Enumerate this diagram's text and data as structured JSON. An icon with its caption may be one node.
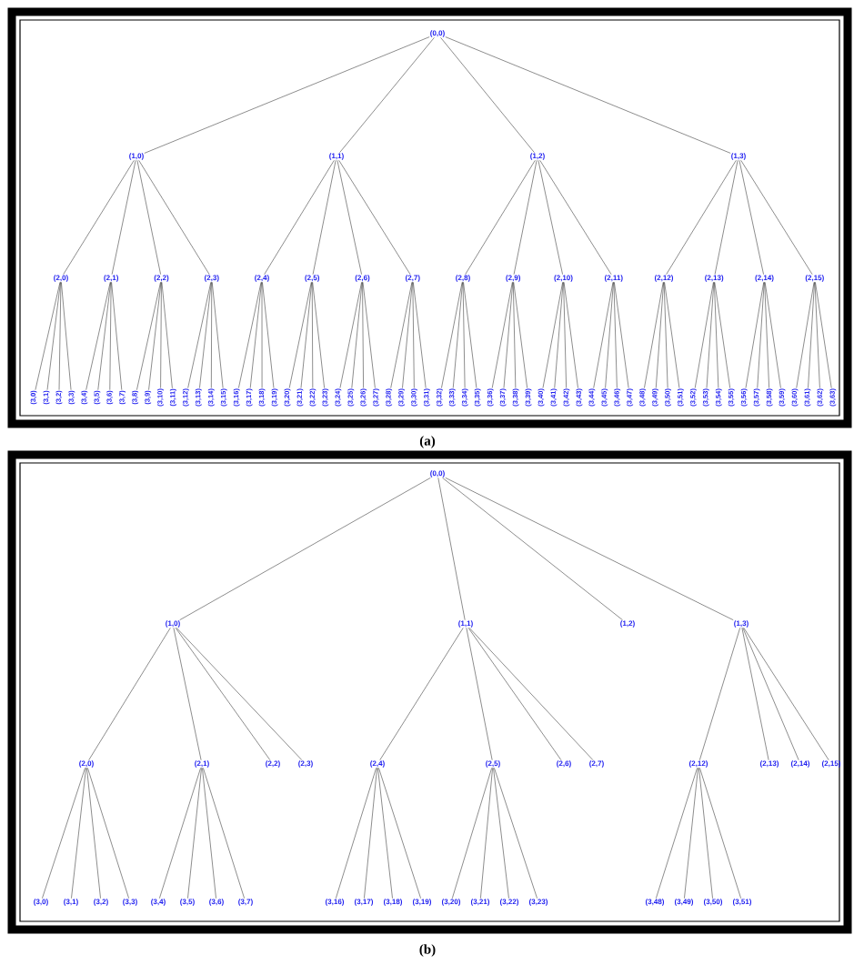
{
  "diagram": {
    "nodes": [
      {
        "text": [
          "(0,0)"
        ]
      },
      {
        "text": [
          "(1,0)"
        ]
      },
      {
        "text": [
          "(1,1)"
        ]
      },
      {
        "text": [
          "(1,2)"
        ]
      },
      {
        "text": [
          "(1,3)"
        ]
      },
      {
        "text": [
          "(2,0)"
        ]
      },
      {
        "text": [
          "(2,1)"
        ]
      },
      {
        "text": [
          "(2,2)"
        ]
      },
      {
        "text": [
          "(2,3)"
        ]
      },
      {
        "text": [
          "(2,4)"
        ]
      },
      {
        "text": [
          "(2,5)"
        ]
      },
      {
        "text": [
          "(2,6)"
        ]
      },
      {
        "text": [
          "(2,7)"
        ]
      },
      {
        "text": [
          "(2,8)"
        ]
      },
      {
        "text": [
          "(2,9)"
        ]
      },
      {
        "text": [
          "(2,10)"
        ]
      },
      {
        "text": [
          "(2,11)"
        ]
      },
      {
        "text": [
          "(2,12)"
        ]
      },
      {
        "text": [
          "(2,13)"
        ]
      },
      {
        "text": [
          "(2,14)"
        ]
      },
      {
        "text": [
          "(2,15)"
        ]
      },
      {
        "text": [
          "(3,0)"
        ]
      },
      {
        "text": [
          "(3,1)"
        ]
      },
      {
        "text": [
          "(3,2)"
        ]
      },
      {
        "text": [
          "(3,3)"
        ]
      },
      {
        "text": [
          "(3,4)"
        ]
      },
      {
        "text": [
          "(3,5)"
        ]
      },
      {
        "text": [
          "(3,6)"
        ]
      },
      {
        "text": [
          "(3,7)"
        ]
      },
      {
        "text": [
          "(3,8)"
        ]
      },
      {
        "text": [
          "(3,9)"
        ]
      },
      {
        "text": [
          "(3,10)"
        ]
      },
      {
        "text": [
          "(3,11)"
        ]
      },
      {
        "text": [
          "(3,12)"
        ]
      },
      {
        "text": [
          "(3,13)"
        ]
      },
      {
        "text": [
          "(3,14)"
        ]
      },
      {
        "text": [
          "(3,15)"
        ]
      },
      {
        "text": [
          "(3,16)"
        ]
      },
      {
        "text": [
          "(3,17)"
        ]
      },
      {
        "text": [
          "(3,18)"
        ]
      },
      {
        "text": [
          "(3,19)"
        ]
      },
      {
        "text": [
          "(3,20)"
        ]
      },
      {
        "text": [
          "(3,21)"
        ]
      },
      {
        "text": [
          "(3,22)"
        ]
      },
      {
        "text": [
          "(3,23)"
        ]
      },
      {
        "text": [
          "(3,24)"
        ]
      },
      {
        "text": [
          "(3,25)"
        ]
      },
      {
        "text": [
          "(3,26)"
        ]
      },
      {
        "text": [
          "(3,27)"
        ]
      },
      {
        "text": [
          "(3,28)"
        ]
      },
      {
        "text": [
          "(3,29)"
        ]
      },
      {
        "text": [
          "(3,30)"
        ]
      },
      {
        "text": [
          "(3,31)"
        ]
      },
      {
        "text": [
          "(3,32)"
        ]
      },
      {
        "text": [
          "(3,33)"
        ]
      },
      {
        "text": [
          "(3,34)"
        ]
      },
      {
        "text": [
          "(3,35)"
        ]
      },
      {
        "text": [
          "(3,36)"
        ]
      },
      {
        "text": [
          "(3,37)"
        ]
      },
      {
        "text": [
          "(3,38)"
        ]
      },
      {
        "text": [
          "(3,39)"
        ]
      },
      {
        "text": [
          "(3,40)"
        ]
      },
      {
        "text": [
          "(3,41)"
        ]
      },
      {
        "text": [
          "(3,42)"
        ]
      },
      {
        "text": [
          "(3,43)"
        ]
      },
      {
        "text": [
          "(3,44)"
        ]
      },
      {
        "text": [
          "(3,45)"
        ]
      },
      {
        "text": [
          "(3,46)"
        ]
      },
      {
        "text": [
          "(3,47)"
        ]
      },
      {
        "text": [
          "(3,48)"
        ]
      },
      {
        "text": [
          "(3,49)"
        ]
      },
      {
        "text": [
          "(3,50)"
        ]
      },
      {
        "text": [
          "(3,51)"
        ]
      },
      {
        "text": [
          "(3,52)"
        ]
      },
      {
        "text": [
          "(3,53)"
        ]
      },
      {
        "text": [
          "(3,54)"
        ]
      },
      {
        "text": [
          "(3,55)"
        ]
      },
      {
        "text": [
          "(3,56)"
        ]
      },
      {
        "text": [
          "(3,57)"
        ]
      },
      {
        "text": [
          "(3,58)"
        ]
      },
      {
        "text": [
          "(3,59)"
        ]
      },
      {
        "text": [
          "(3,60)"
        ]
      },
      {
        "text": [
          "(3,61)"
        ]
      },
      {
        "text": [
          "(3,62)"
        ]
      },
      {
        "text": [
          "(3,63)"
        ]
      },
      {
        "text": [
          "(0,0)"
        ]
      },
      {
        "text": [
          "(1,0)"
        ]
      },
      {
        "text": [
          "(1,1)"
        ]
      },
      {
        "text": [
          "(1,2)"
        ]
      },
      {
        "text": [
          "(1,3)"
        ]
      },
      {
        "text": [
          "(2,0)"
        ]
      },
      {
        "text": [
          "(2,1)"
        ]
      },
      {
        "text": [
          "(2,2)"
        ]
      },
      {
        "text": [
          "(2,3)"
        ]
      },
      {
        "text": [
          "(2,4)"
        ]
      },
      {
        "text": [
          "(2,5)"
        ]
      },
      {
        "text": [
          "(2,6)"
        ]
      },
      {
        "text": [
          "(2,7)"
        ]
      },
      {
        "text": [
          "(2,12)"
        ]
      },
      {
        "text": [
          "(2,13)"
        ]
      },
      {
        "text": [
          "(2,14)"
        ]
      },
      {
        "text": [
          "(2,15)"
        ]
      },
      {
        "text": [
          "(3,0)"
        ]
      },
      {
        "text": [
          "(3,1)"
        ]
      },
      {
        "text": [
          "(3,2)"
        ]
      },
      {
        "text": [
          "(3,3)"
        ]
      },
      {
        "text": [
          "(3,4)"
        ]
      },
      {
        "text": [
          "(3,5)"
        ]
      },
      {
        "text": [
          "(3,6)"
        ]
      },
      {
        "text": [
          "(3,7)"
        ]
      },
      {
        "text": [
          "(3,16)"
        ]
      },
      {
        "text": [
          "(3,17)"
        ]
      },
      {
        "text": [
          "(3,18)"
        ]
      },
      {
        "text": [
          "(3,19)"
        ]
      },
      {
        "text": [
          "(3,20)"
        ]
      },
      {
        "text": [
          "(3,21)"
        ]
      },
      {
        "text": [
          "(3,22)"
        ]
      },
      {
        "text": [
          "(3,23)"
        ]
      },
      {
        "text": [
          "(3,48)"
        ]
      },
      {
        "text": [
          "(3,49)"
        ]
      },
      {
        "text": [
          "(3,50)"
        ]
      },
      {
        "text": [
          "(3,51)"
        ]
      }
    ],
    "edges": [
      {
        "from": 0,
        "to": 1,
        "arrow": "none"
      },
      {
        "from": 0,
        "to": 2,
        "arrow": "none"
      },
      {
        "from": 0,
        "to": 3,
        "arrow": "none"
      },
      {
        "from": 0,
        "to": 4,
        "arrow": "none"
      },
      {
        "from": 1,
        "to": 5,
        "arrow": "none"
      },
      {
        "from": 1,
        "to": 6,
        "arrow": "none"
      },
      {
        "from": 1,
        "to": 7,
        "arrow": "none"
      },
      {
        "from": 1,
        "to": 8,
        "arrow": "none"
      },
      {
        "from": 2,
        "to": 9,
        "arrow": "none"
      },
      {
        "from": 2,
        "to": 10,
        "arrow": "none"
      },
      {
        "from": 2,
        "to": 11,
        "arrow": "none"
      },
      {
        "from": 2,
        "to": 12,
        "arrow": "none"
      },
      {
        "from": 3,
        "to": 13,
        "arrow": "none"
      },
      {
        "from": 3,
        "to": 14,
        "arrow": "none"
      },
      {
        "from": 3,
        "to": 15,
        "arrow": "none"
      },
      {
        "from": 3,
        "to": 16,
        "arrow": "none"
      },
      {
        "from": 4,
        "to": 17,
        "arrow": "none"
      },
      {
        "from": 4,
        "to": 18,
        "arrow": "none"
      },
      {
        "from": 4,
        "to": 19,
        "arrow": "none"
      },
      {
        "from": 4,
        "to": 20,
        "arrow": "none"
      },
      {
        "from": 5,
        "to": 21,
        "arrow": "none"
      },
      {
        "from": 5,
        "to": 22,
        "arrow": "none"
      },
      {
        "from": 5,
        "to": 23,
        "arrow": "none"
      },
      {
        "from": 5,
        "to": 24,
        "arrow": "none"
      },
      {
        "from": 6,
        "to": 25,
        "arrow": "none"
      },
      {
        "from": 6,
        "to": 26,
        "arrow": "none"
      },
      {
        "from": 6,
        "to": 27,
        "arrow": "none"
      },
      {
        "from": 6,
        "to": 28,
        "arrow": "none"
      },
      {
        "from": 7,
        "to": 29,
        "arrow": "none"
      },
      {
        "from": 7,
        "to": 30,
        "arrow": "none"
      },
      {
        "from": 7,
        "to": 31,
        "arrow": "none"
      },
      {
        "from": 7,
        "to": 32,
        "arrow": "none"
      },
      {
        "from": 8,
        "to": 33,
        "arrow": "none"
      },
      {
        "from": 8,
        "to": 34,
        "arrow": "none"
      },
      {
        "from": 8,
        "to": 35,
        "arrow": "none"
      },
      {
        "from": 8,
        "to": 36,
        "arrow": "none"
      },
      {
        "from": 9,
        "to": 37,
        "arrow": "none"
      },
      {
        "from": 9,
        "to": 38,
        "arrow": "none"
      },
      {
        "from": 9,
        "to": 39,
        "arrow": "none"
      },
      {
        "from": 9,
        "to": 40,
        "arrow": "none"
      },
      {
        "from": 10,
        "to": 41,
        "arrow": "none"
      },
      {
        "from": 10,
        "to": 42,
        "arrow": "none"
      },
      {
        "from": 10,
        "to": 43,
        "arrow": "none"
      },
      {
        "from": 10,
        "to": 44,
        "arrow": "none"
      },
      {
        "from": 11,
        "to": 45,
        "arrow": "none"
      },
      {
        "from": 11,
        "to": 46,
        "arrow": "none"
      },
      {
        "from": 11,
        "to": 47,
        "arrow": "none"
      },
      {
        "from": 11,
        "to": 48,
        "arrow": "none"
      },
      {
        "from": 12,
        "to": 49,
        "arrow": "none"
      },
      {
        "from": 12,
        "to": 50,
        "arrow": "none"
      },
      {
        "from": 12,
        "to": 51,
        "arrow": "none"
      },
      {
        "from": 12,
        "to": 52,
        "arrow": "none"
      },
      {
        "from": 13,
        "to": 53,
        "arrow": "none"
      },
      {
        "from": 13,
        "to": 54,
        "arrow": "none"
      },
      {
        "from": 13,
        "to": 55,
        "arrow": "none"
      },
      {
        "from": 13,
        "to": 56,
        "arrow": "none"
      },
      {
        "from": 14,
        "to": 57,
        "arrow": "none"
      },
      {
        "from": 14,
        "to": 58,
        "arrow": "none"
      },
      {
        "from": 14,
        "to": 59,
        "arrow": "none"
      },
      {
        "from": 14,
        "to": 60,
        "arrow": "none"
      },
      {
        "from": 15,
        "to": 61,
        "arrow": "none"
      },
      {
        "from": 15,
        "to": 62,
        "arrow": "none"
      },
      {
        "from": 15,
        "to": 63,
        "arrow": "none"
      },
      {
        "from": 15,
        "to": 64,
        "arrow": "none"
      },
      {
        "from": 16,
        "to": 65,
        "arrow": "none"
      },
      {
        "from": 16,
        "to": 66,
        "arrow": "none"
      },
      {
        "from": 16,
        "to": 67,
        "arrow": "none"
      },
      {
        "from": 16,
        "to": 68,
        "arrow": "none"
      },
      {
        "from": 17,
        "to": 69,
        "arrow": "none"
      },
      {
        "from": 17,
        "to": 70,
        "arrow": "none"
      },
      {
        "from": 17,
        "to": 71,
        "arrow": "none"
      },
      {
        "from": 17,
        "to": 72,
        "arrow": "none"
      },
      {
        "from": 18,
        "to": 73,
        "arrow": "none"
      },
      {
        "from": 18,
        "to": 74,
        "arrow": "none"
      },
      {
        "from": 18,
        "to": 75,
        "arrow": "none"
      },
      {
        "from": 18,
        "to": 76,
        "arrow": "none"
      },
      {
        "from": 19,
        "to": 77,
        "arrow": "none"
      },
      {
        "from": 19,
        "to": 78,
        "arrow": "none"
      },
      {
        "from": 19,
        "to": 79,
        "arrow": "none"
      },
      {
        "from": 19,
        "to": 80,
        "arrow": "none"
      },
      {
        "from": 20,
        "to": 81,
        "arrow": "none"
      },
      {
        "from": 20,
        "to": 82,
        "arrow": "none"
      },
      {
        "from": 20,
        "to": 83,
        "arrow": "none"
      },
      {
        "from": 20,
        "to": 84,
        "arrow": "none"
      },
      {
        "from": 85,
        "to": 86,
        "arrow": "none"
      },
      {
        "from": 85,
        "to": 87,
        "arrow": "none"
      },
      {
        "from": 85,
        "to": 88,
        "arrow": "none"
      },
      {
        "from": 85,
        "to": 89,
        "arrow": "none"
      },
      {
        "from": 86,
        "to": 90,
        "arrow": "none"
      },
      {
        "from": 86,
        "to": 91,
        "arrow": "none"
      },
      {
        "from": 86,
        "to": 92,
        "arrow": "none"
      },
      {
        "from": 86,
        "to": 93,
        "arrow": "none"
      },
      {
        "from": 87,
        "to": 94,
        "arrow": "none"
      },
      {
        "from": 87,
        "to": 95,
        "arrow": "none"
      },
      {
        "from": 87,
        "to": 96,
        "arrow": "none"
      },
      {
        "from": 87,
        "to": 97,
        "arrow": "none"
      },
      {
        "from": 89,
        "to": 98,
        "arrow": "none"
      },
      {
        "from": 89,
        "to": 99,
        "arrow": "none"
      },
      {
        "from": 89,
        "to": 100,
        "arrow": "none"
      },
      {
        "from": 89,
        "to": 101,
        "arrow": "none"
      },
      {
        "from": 90,
        "to": 102,
        "arrow": "none"
      },
      {
        "from": 90,
        "to": 103,
        "arrow": "none"
      },
      {
        "from": 90,
        "to": 104,
        "arrow": "none"
      },
      {
        "from": 90,
        "to": 105,
        "arrow": "none"
      },
      {
        "from": 91,
        "to": 106,
        "arrow": "none"
      },
      {
        "from": 91,
        "to": 107,
        "arrow": "none"
      },
      {
        "from": 91,
        "to": 108,
        "arrow": "none"
      },
      {
        "from": 91,
        "to": 109,
        "arrow": "none"
      },
      {
        "from": 94,
        "to": 110,
        "arrow": "none"
      },
      {
        "from": 94,
        "to": 111,
        "arrow": "none"
      },
      {
        "from": 94,
        "to": 112,
        "arrow": "none"
      },
      {
        "from": 94,
        "to": 113,
        "arrow": "none"
      },
      {
        "from": 95,
        "to": 114,
        "arrow": "none"
      },
      {
        "from": 95,
        "to": 115,
        "arrow": "none"
      },
      {
        "from": 95,
        "to": 116,
        "arrow": "none"
      },
      {
        "from": 95,
        "to": 117,
        "arrow": "none"
      },
      {
        "from": 98,
        "to": 118,
        "arrow": "none"
      },
      {
        "from": 98,
        "to": 119,
        "arrow": "none"
      },
      {
        "from": 98,
        "to": 120,
        "arrow": "none"
      },
      {
        "from": 98,
        "to": 121,
        "arrow": "none"
      }
    ],
    "labels": [
      "(a)",
      "(b)"
    ]
  }
}
